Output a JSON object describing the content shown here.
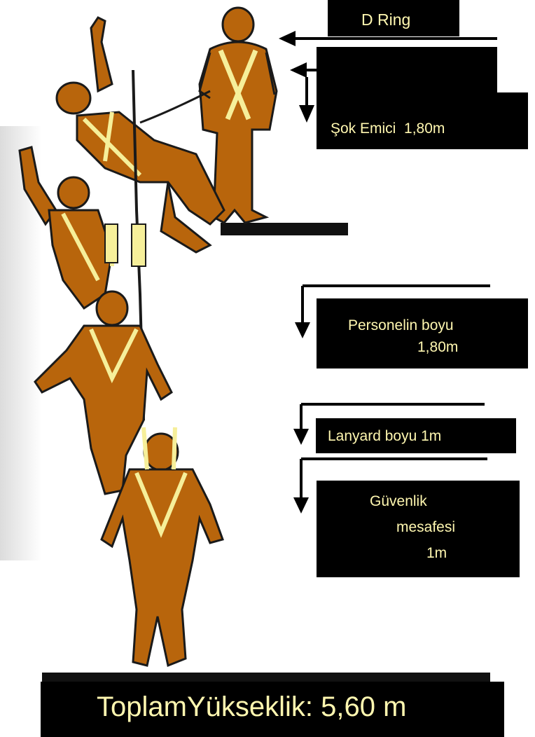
{
  "labels": {
    "d_ring": "D Ring",
    "shock_absorber": "Şok Emici  1,80m",
    "person_height_line1": "Personelin boyu",
    "person_height_line2": "1,80m",
    "lanyard": "Lanyard boyu 1m",
    "safety_line1": "Güvenlik",
    "safety_line2": "mesafesi",
    "safety_line3": "1m",
    "total": "ToplamYükseklik: 5,60 m"
  },
  "colors": {
    "skin": "#b8650c",
    "harness": "#f6ef9a",
    "outline": "#1a1a1a",
    "label_text": "#fff7b0"
  }
}
